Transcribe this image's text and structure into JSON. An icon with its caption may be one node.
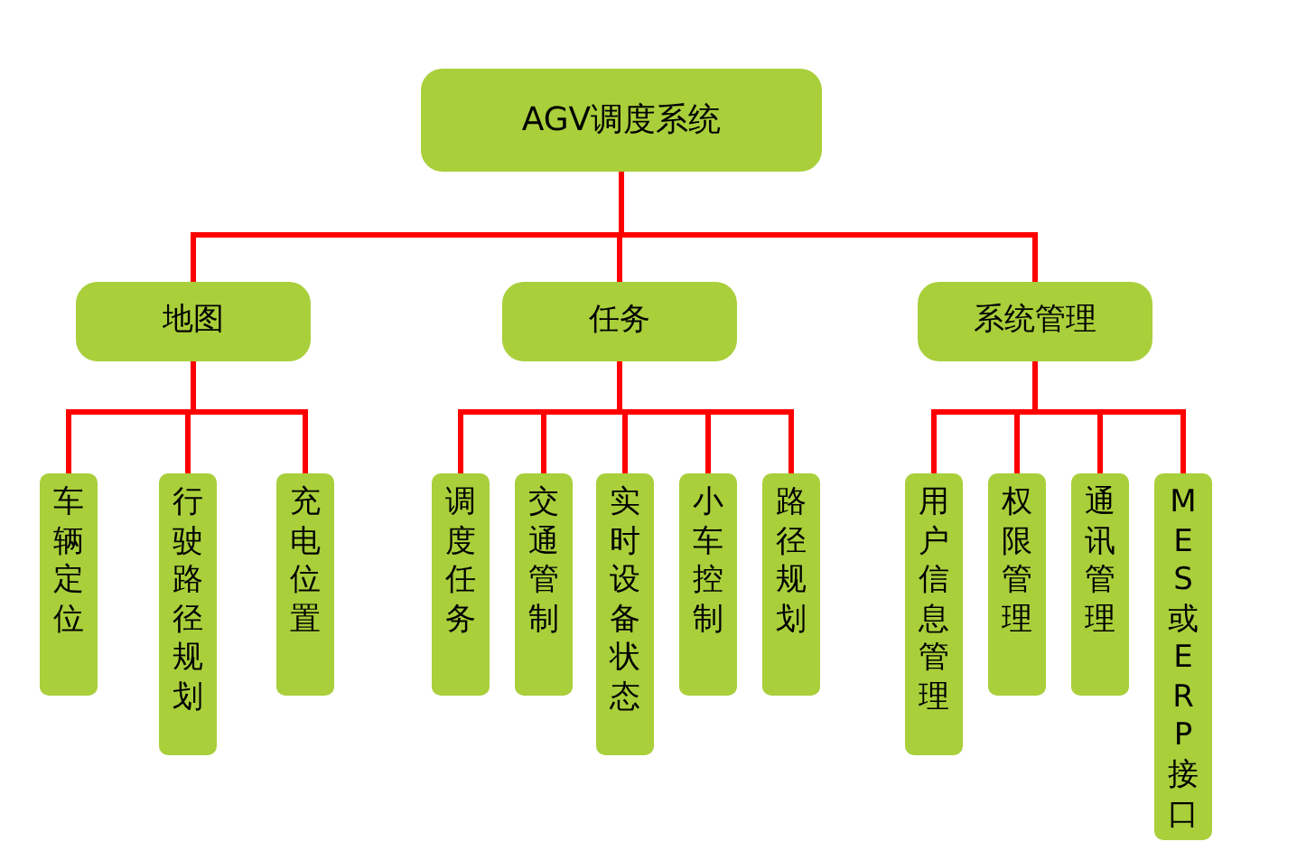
{
  "diagram": {
    "nodes": [
      {
        "text": [
          "AGV调度系统"
        ]
      },
      {
        "text": [
          "地图"
        ]
      },
      {
        "text": [
          "任务"
        ]
      },
      {
        "text": [
          "系统管理"
        ]
      },
      {
        "text": [
          "车辆定位"
        ]
      },
      {
        "text": [
          "行驶路径规划"
        ]
      },
      {
        "text": [
          "充电位置"
        ]
      },
      {
        "text": [
          "调度任务"
        ]
      },
      {
        "text": [
          "交通管制"
        ]
      },
      {
        "text": [
          "实时设备状态"
        ]
      },
      {
        "text": [
          "小车控制"
        ]
      },
      {
        "text": [
          "路径规划"
        ]
      },
      {
        "text": [
          "用户信息管理"
        ]
      },
      {
        "text": [
          "权限管理"
        ]
      },
      {
        "text": [
          "通讯管理"
        ]
      },
      {
        "text": [
          "MES或ERP接口"
        ]
      }
    ],
    "edges": [
      {
        "from": 0,
        "to": 1,
        "arrow": "none"
      },
      {
        "from": 0,
        "to": 2,
        "arrow": "none"
      },
      {
        "from": 0,
        "to": 3,
        "arrow": "none"
      },
      {
        "from": 1,
        "to": 4,
        "arrow": "none"
      },
      {
        "from": 1,
        "to": 5,
        "arrow": "none"
      },
      {
        "from": 1,
        "to": 6,
        "arrow": "none"
      },
      {
        "from": 2,
        "to": 7,
        "arrow": "none"
      },
      {
        "from": 2,
        "to": 8,
        "arrow": "none"
      },
      {
        "from": 2,
        "to": 9,
        "arrow": "none"
      },
      {
        "from": 2,
        "to": 10,
        "arrow": "none"
      },
      {
        "from": 2,
        "to": 11,
        "arrow": "none"
      },
      {
        "from": 3,
        "to": 12,
        "arrow": "none"
      },
      {
        "from": 3,
        "to": 13,
        "arrow": "none"
      },
      {
        "from": 3,
        "to": 14,
        "arrow": "none"
      },
      {
        "from": 3,
        "to": 15,
        "arrow": "none"
      }
    ]
  }
}
